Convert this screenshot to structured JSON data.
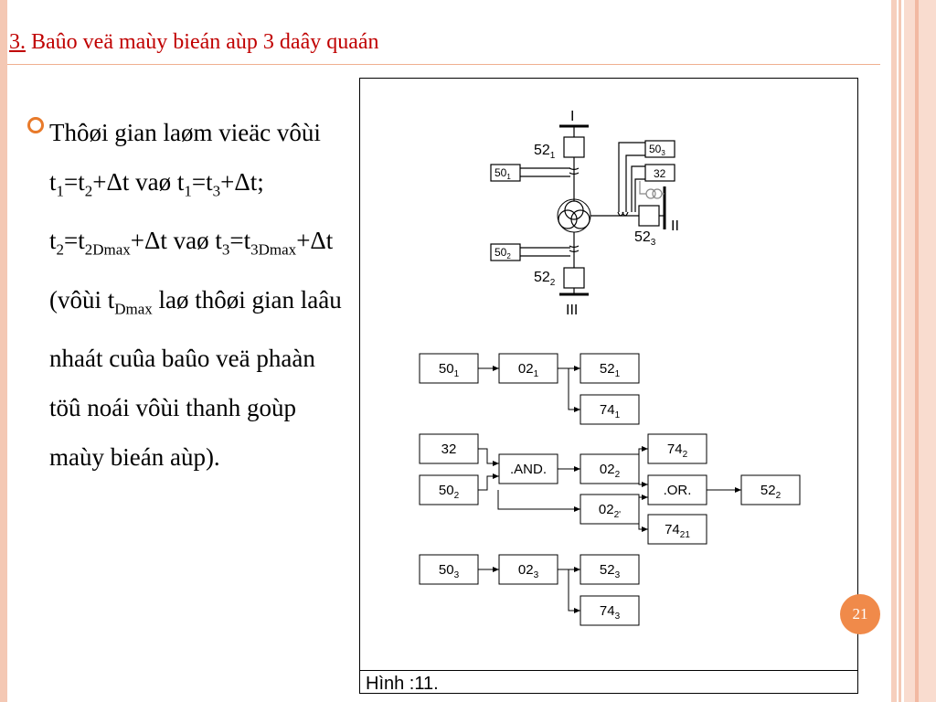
{
  "slide": {
    "title_number": "3.",
    "title_text": " Baûo veä maùy bieán aùp 3 daây quaán",
    "page_number": "21",
    "caption": "Hình :11."
  },
  "body": {
    "segments": [
      {
        "t": "Thôøi gian laøm vieäc vôùi t"
      },
      {
        "sub": "1"
      },
      {
        "t": "=t"
      },
      {
        "sub": "2"
      },
      {
        "t": "+"
      },
      {
        "d": "Δ"
      },
      {
        "t": "t vaø t"
      },
      {
        "sub": "1"
      },
      {
        "t": "=t"
      },
      {
        "sub": "3"
      },
      {
        "t": "+"
      },
      {
        "d": "Δ"
      },
      {
        "t": "t; t"
      },
      {
        "sub": "2"
      },
      {
        "t": "=t"
      },
      {
        "sub": "2Dmax"
      },
      {
        "t": "+"
      },
      {
        "d": "Δ"
      },
      {
        "t": "t vaø t"
      },
      {
        "sub": "3"
      },
      {
        "t": "=t"
      },
      {
        "sub": "3Dmax"
      },
      {
        "t": "+"
      },
      {
        "d": "Δ"
      },
      {
        "t": "t (vôùi t"
      },
      {
        "sub": "Dmax"
      },
      {
        "t": " laø thôøi gian laâu nhaát cuûa baûo veä phaàn töû noái vôùi thanh goùp maùy bieán aùp)."
      }
    ]
  },
  "diagram": {
    "bus_labels": [
      "I",
      "II",
      "III"
    ],
    "breakers": [
      {
        "main": "52",
        "sub": "1"
      },
      {
        "main": "52",
        "sub": "3"
      },
      {
        "main": "52",
        "sub": "2"
      }
    ],
    "relays": [
      {
        "main": "50",
        "sub": "1"
      },
      {
        "main": "50",
        "sub": "2"
      },
      {
        "main": "50",
        "sub": "3"
      },
      {
        "main": "32",
        "sub": ""
      }
    ],
    "logic": {
      "row1": [
        {
          "main": "50",
          "sub": "1"
        },
        {
          "main": "02",
          "sub": "1"
        },
        {
          "main": "52",
          "sub": "1"
        },
        {
          "main": "74",
          "sub": "1"
        }
      ],
      "row2": [
        {
          "main": "32",
          "sub": ""
        },
        {
          "main": "50",
          "sub": "2"
        },
        {
          "main": ".AND.",
          "sub": ""
        },
        {
          "main": "02",
          "sub": "2"
        },
        {
          "main": "02",
          "sub": "2'"
        },
        {
          "main": "74",
          "sub": "2"
        },
        {
          "main": ".OR.",
          "sub": ""
        },
        {
          "main": "52",
          "sub": "2"
        },
        {
          "main": "74",
          "sub": "21"
        }
      ],
      "row3": [
        {
          "main": "50",
          "sub": "3"
        },
        {
          "main": "02",
          "sub": "3"
        },
        {
          "main": "52",
          "sub": "3"
        },
        {
          "main": "74",
          "sub": "3"
        }
      ]
    }
  },
  "colors": {
    "title": "#c00000",
    "accent": "#f08a4a",
    "frame": "#f4c8b4"
  }
}
